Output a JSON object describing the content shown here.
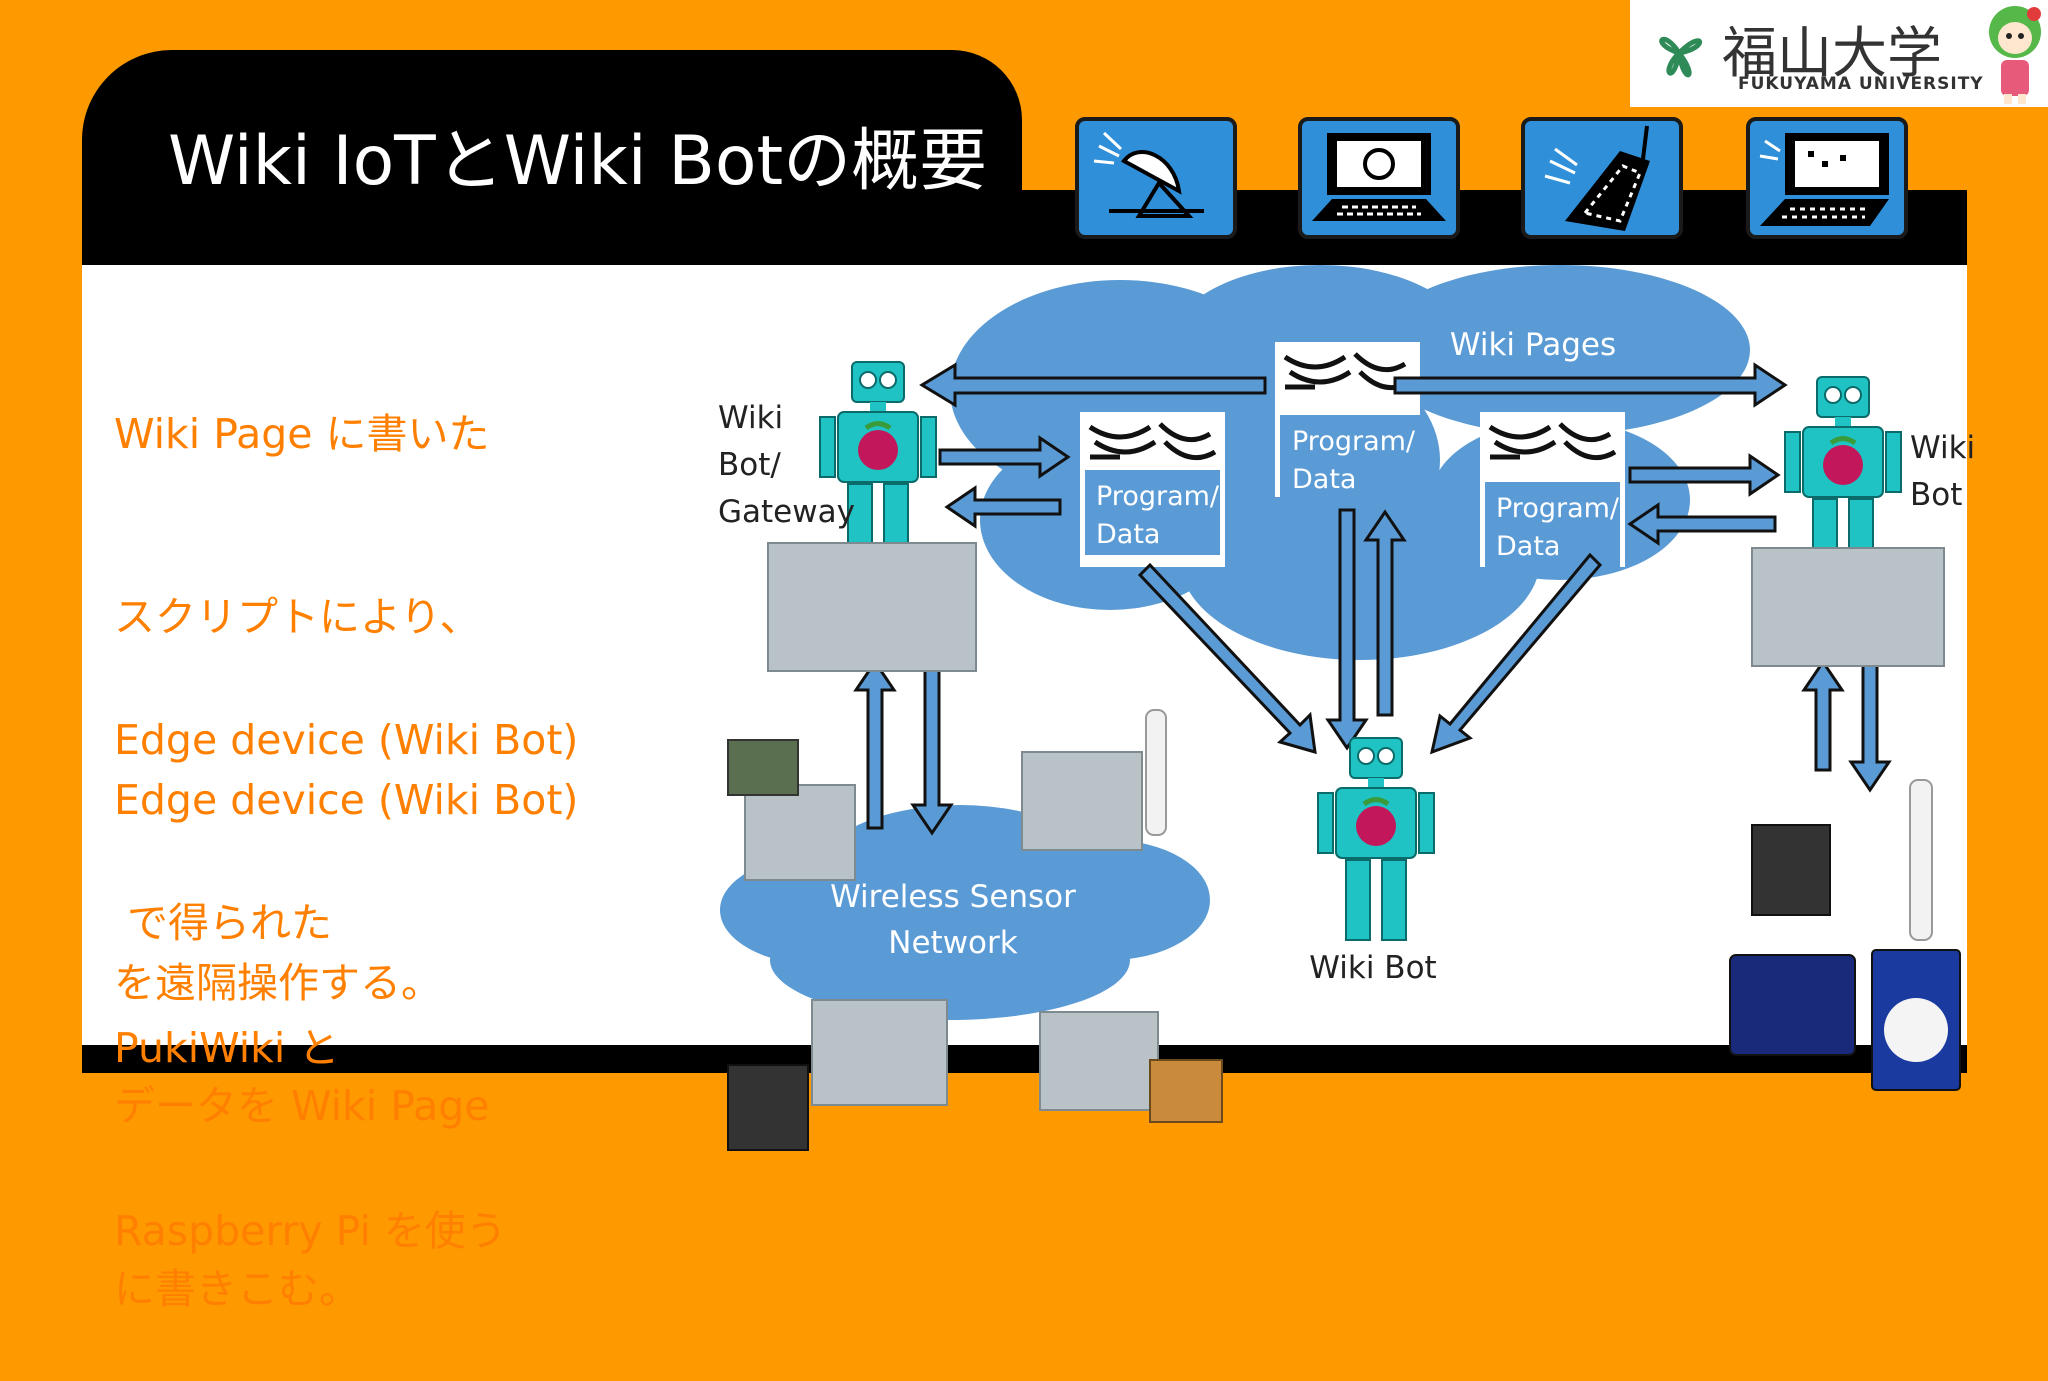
{
  "title": "Wiki IoTとWiki Botの概要",
  "logo": {
    "jp": "福山大学",
    "en": "FUKUYAMA UNIVERSITY"
  },
  "description": {
    "block1": [
      "Wiki Page に書いた",
      "スクリプトにより、",
      "Edge device (Wiki Bot)",
      "を遠隔操作する。"
    ],
    "block2": [
      "Edge device (Wiki Bot)",
      " で得られた",
      "データを Wiki Page",
      "に書きこむ。"
    ],
    "block3": [
      "PukiWiki と",
      "Raspberry Pi を使う"
    ]
  },
  "diagram": {
    "cloud_label": "Wiki Pages",
    "program_labels": [
      "Program/\nData",
      "Program/\nData",
      "Program/\nData"
    ],
    "gateway_label": [
      "Wiki",
      "Bot/",
      "Gateway"
    ],
    "right_bot_label": [
      "Wiki",
      "Bot"
    ],
    "center_bot_label": "Wiki Bot",
    "sensor_network_label": [
      "Wireless Sensor",
      "Network"
    ]
  },
  "icons": [
    "satellite-dish-icon",
    "computer-icon",
    "mobile-phone-icon",
    "laptop-icon"
  ],
  "colors": {
    "background": "#ff9900",
    "accent_text": "#ff8000",
    "cloud": "#5b9bd5",
    "tile": "#2f8fd8",
    "robot": "#1fc3c3"
  }
}
